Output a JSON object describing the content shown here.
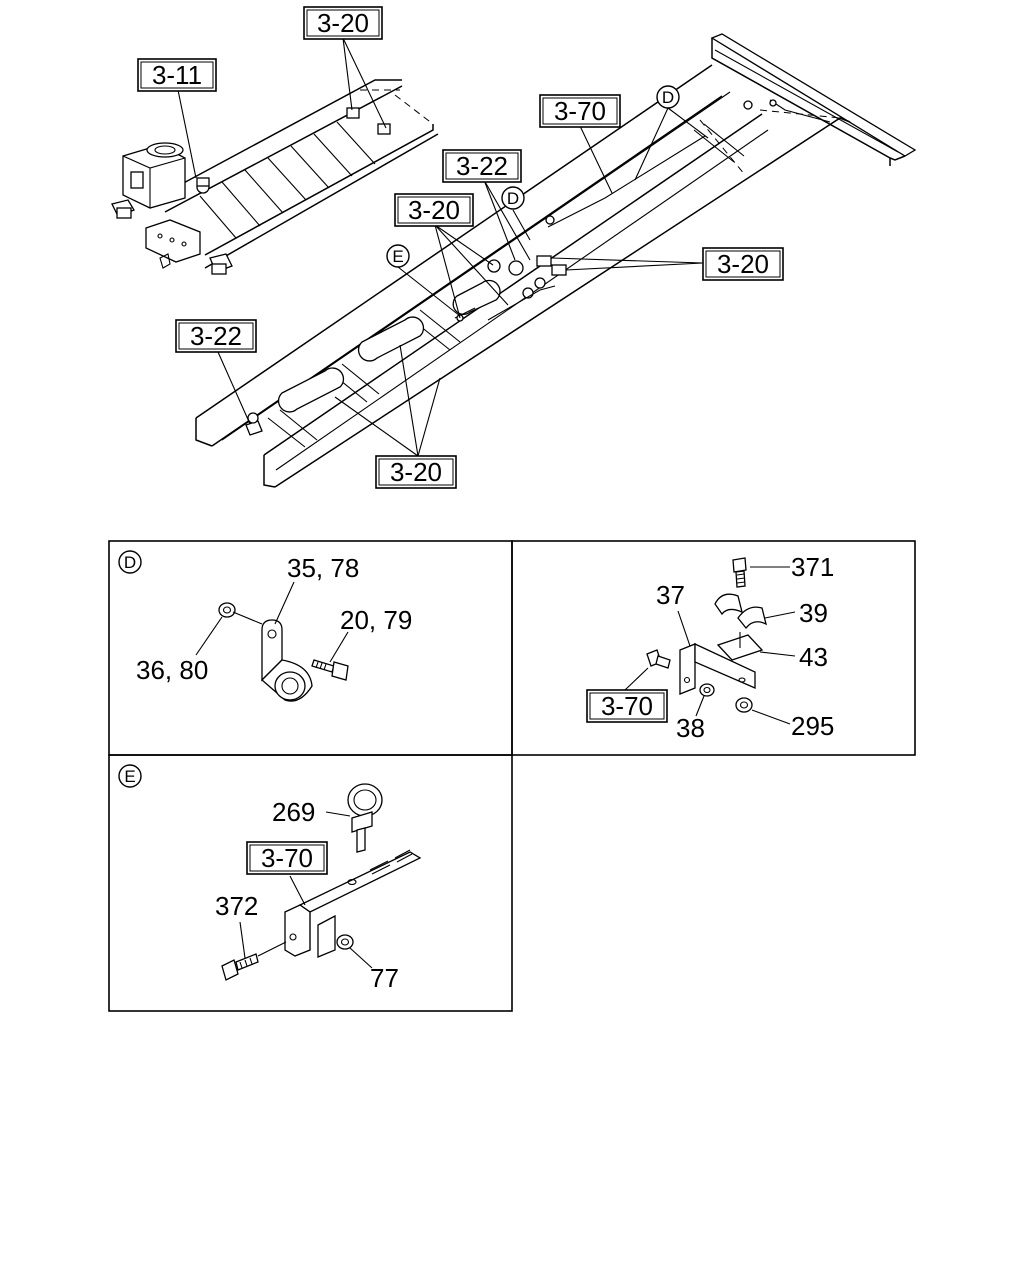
{
  "overview": {
    "refs": {
      "r311": "3-11",
      "r320_top": "3-20",
      "r370_top": "3-70",
      "r322_mid": "3-22",
      "r320_mid": "3-20",
      "r320_right": "3-20",
      "r322_left": "3-22",
      "r320_bottom": "3-20"
    },
    "detail_markers": {
      "d_top": "D",
      "d_mid": "D",
      "e_mid": "E"
    }
  },
  "detail_d": {
    "marker": "D",
    "labels": {
      "clip": "35, 78",
      "bolt": "20, 79",
      "nut": "36, 80"
    }
  },
  "detail_bracket": {
    "labels": {
      "bolt_top": "371",
      "bracket": "37",
      "clamp": "39",
      "plate": "43",
      "ref": "3-70",
      "nut_small": "38",
      "nut": "295"
    }
  },
  "detail_e": {
    "marker": "E",
    "labels": {
      "band": "269",
      "ref": "3-70",
      "bolt": "372",
      "nut": "77"
    }
  }
}
